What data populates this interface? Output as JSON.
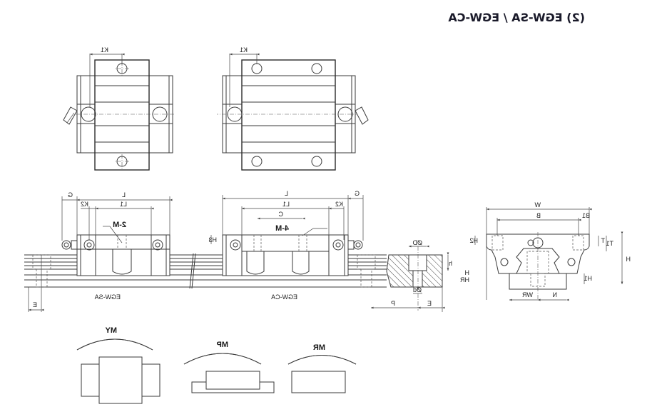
{
  "title": "(2) EGW-SA / EGW-CA",
  "mirrored": true,
  "colors": {
    "line": "#3a3a3a",
    "text": "#1a1a2a",
    "background": "#ffffff"
  },
  "top_views": {
    "sa": {
      "dim_label": "K1"
    },
    "ca": {
      "dim_label": "K1"
    }
  },
  "side_view": {
    "sa": {
      "caption": "EGW-SA",
      "labels": {
        "G": "G",
        "L": "L",
        "L1": "L1",
        "K2": "K2",
        "M": "2-M",
        "E": "E"
      }
    },
    "ca": {
      "caption": "EGW-CA",
      "labels": {
        "G": "G",
        "L": "L",
        "L1": "L1",
        "K2": "K2",
        "C": "C",
        "M": "4-M",
        "H3": "H3"
      }
    }
  },
  "rail_section": {
    "labels": {
      "D": "ØD",
      "d": "Ød",
      "h": "h",
      "HR": "HR",
      "P": "P",
      "E": "E"
    }
  },
  "end_view": {
    "labels": {
      "W": "W",
      "B": "B",
      "B1": "B1",
      "H2": "H2",
      "T": "T",
      "T1": "T1",
      "H": "H",
      "H1": "H1",
      "WR": "WR",
      "N": "N"
    }
  },
  "moment_views": [
    {
      "label": "MY"
    },
    {
      "label": "MP"
    },
    {
      "label": "MR"
    }
  ]
}
